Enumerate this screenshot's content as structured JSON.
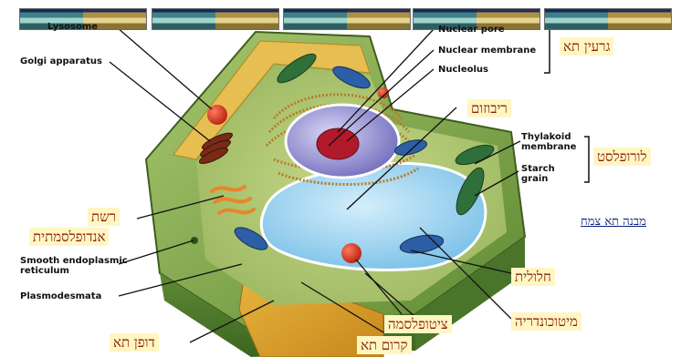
{
  "header_bars": [
    "",
    "",
    "",
    "",
    ""
  ],
  "labels_en": {
    "lysosome": "Lysosome",
    "golgi": "Golgi apparatus",
    "nuclear_pore": "Nuclear pore",
    "nuclear_membrane": "Nuclear membrane",
    "nucleolus": "Nucleolus",
    "thylakoid_1": "Thylakoid",
    "thylakoid_2": "membrane",
    "starch_1": "Starch",
    "starch_2": "grain",
    "smooth_er_1": "Smooth endoplasmic",
    "smooth_er_2": "reticulum",
    "plasmodesmata": "Plasmodesmata"
  },
  "labels_he": {
    "nucleus": "גרעין תא",
    "ribosome": "ריבוזום",
    "chloroplast": "לורופלסט",
    "er_1": "רשת",
    "er_2": "אנדופלסמתית",
    "vacuole": "חלולית",
    "mitochondria": "מיטוכונדריה",
    "cytoplasm": "ציטופלסמה",
    "cell_membrane": "קרום תא",
    "cell_wall": "דופן תא"
  },
  "link_text": "מבנה תא צמח",
  "colors": {
    "label_bg": "#fff6c2",
    "label_text": "#8a1e12",
    "link": "#0c1e7a",
    "cell_wall": "#6e9a3c",
    "cytoplasm": "#b5c978",
    "vacuole": "#9fd3ef",
    "nucleus": "#8b86cf",
    "nucleolus": "#b01a2b"
  }
}
